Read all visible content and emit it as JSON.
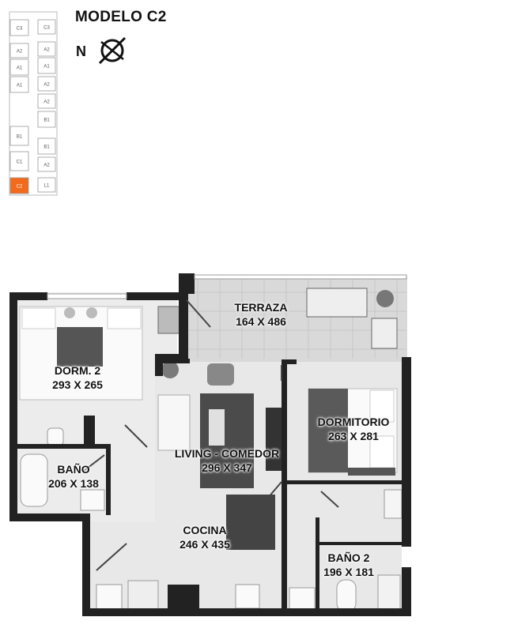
{
  "title": "MODELO C2",
  "north": "N",
  "highlight_color": "#f26b1d",
  "keyplan": {
    "units_left": [
      "C3",
      "A2",
      "A1",
      "A1",
      "B1",
      "C1",
      "C2"
    ],
    "units_right": [
      "C3",
      "A2",
      "A1",
      "A2",
      "A2",
      "B1",
      "B1",
      "A2",
      "L1"
    ],
    "selected": "C2"
  },
  "rooms": {
    "terraza": {
      "name": "TERRAZA",
      "size": "164 X 486"
    },
    "dorm2": {
      "name": "DORM. 2",
      "size": "293 X 265"
    },
    "dormitorio": {
      "name": "DORMITORIO",
      "size": "263 X 281"
    },
    "living": {
      "name": "LIVING - COMEDOR",
      "size": "296 X 347"
    },
    "bano": {
      "name": "BAÑO",
      "size": "206 X 138"
    },
    "cocina": {
      "name": "COCINA",
      "size": "246 X 435"
    },
    "bano2": {
      "name": "BAÑO 2",
      "size": "196 X 181"
    }
  }
}
